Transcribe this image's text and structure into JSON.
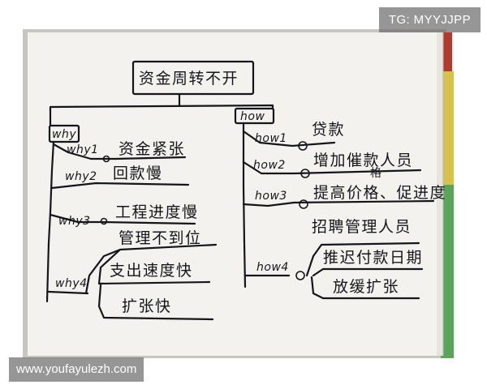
{
  "watermark": {
    "top_right": "TG: MYYJJPP",
    "bottom_left": "www.youfayulezh.com"
  },
  "mindmap": {
    "root": "资金周转不开",
    "why": {
      "label": "why",
      "items": [
        {
          "label": "why1",
          "text": "资金紧张"
        },
        {
          "label": "why2",
          "text": "回款慢"
        },
        {
          "label": "why3",
          "text": "工程进度慢"
        },
        {
          "label": "why4",
          "children": [
            "管理不到位",
            "支出速度快",
            "扩张快"
          ]
        }
      ]
    },
    "how": {
      "label": "how",
      "items": [
        {
          "label": "how1",
          "text": "贷款"
        },
        {
          "label": "how2",
          "text": "增加催款人员"
        },
        {
          "label": "how3",
          "text": "提高价格、促进度",
          "note": "格"
        },
        {
          "label": "how4",
          "children": [
            "招聘管理人员",
            "推迟付款日期",
            "放缓扩张"
          ]
        }
      ]
    }
  }
}
